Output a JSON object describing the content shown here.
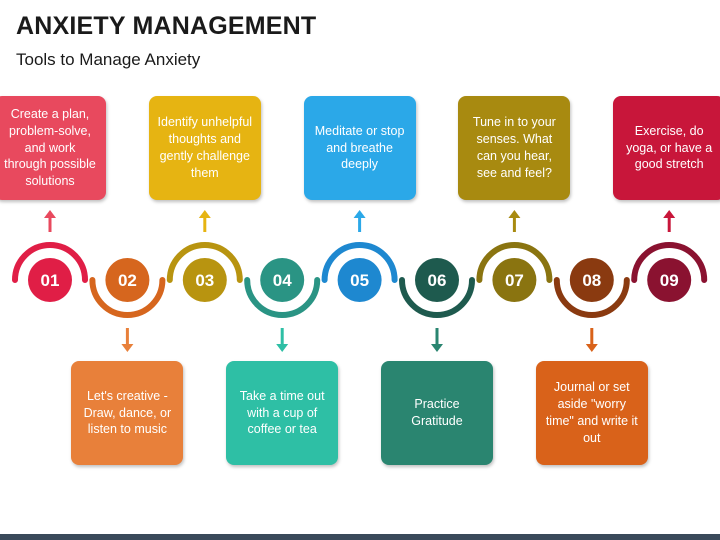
{
  "title": "ANXIETY MANAGEMENT",
  "subtitle": "Tools to Manage Anxiety",
  "steps": [
    {
      "num": "01",
      "text": "Create a plan, problem-solve, and work through possible solutions",
      "color": "#E8495E",
      "pos": "up"
    },
    {
      "num": "02",
      "text": "Let's creative - Draw, dance, or listen to music",
      "color": "#E8803A",
      "pos": "down"
    },
    {
      "num": "03",
      "text": "Identify unhelpful thoughts and gently challenge them",
      "color": "#E6B412",
      "pos": "up"
    },
    {
      "num": "04",
      "text": "Take a time out with a cup of coffee or tea",
      "color": "#2EBFA5",
      "pos": "down"
    },
    {
      "num": "05",
      "text": "Meditate or stop and breathe deeply",
      "color": "#2BA8E8",
      "pos": "up"
    },
    {
      "num": "06",
      "text": "Practice Gratitude",
      "color": "#2A8570",
      "pos": "down"
    },
    {
      "num": "07",
      "text": "Tune in to your senses. What can you hear, see and feel?",
      "color": "#A88A10",
      "pos": "up"
    },
    {
      "num": "08",
      "text": "Journal or set aside \"worry time\" and write it out",
      "color": "#D9621A",
      "pos": "down"
    },
    {
      "num": "09",
      "text": "Exercise, do yoga, or have a good stretch",
      "color": "#C8163A",
      "pos": "up"
    }
  ],
  "circle_colors": [
    "#E01E46",
    "#D6661E",
    "#B89410",
    "#2A9484",
    "#1E88D0",
    "#1E5A4E",
    "#8A7410",
    "#8A3A10",
    "#8A1230"
  ]
}
